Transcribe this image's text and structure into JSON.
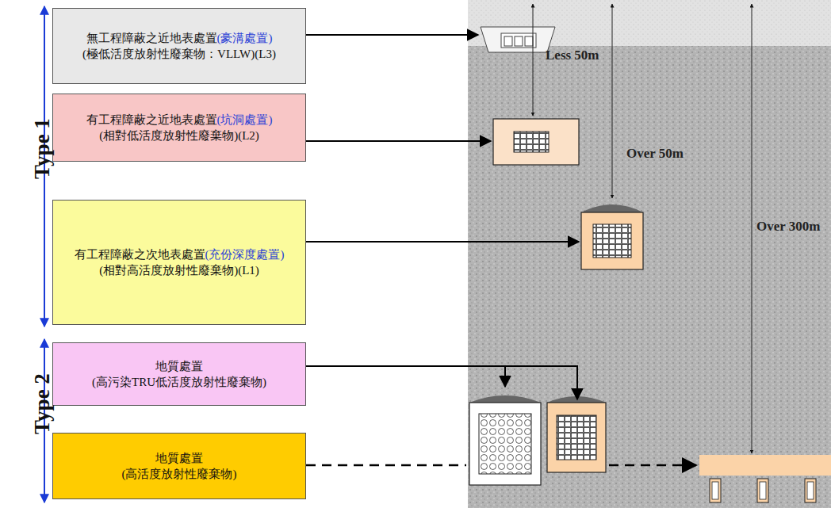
{
  "diagram": {
    "nodes": [
      {
        "text": [
          "無工程障蔽之近地表處置",
          "(豪溝處置)",
          "(極低活度放射性廢棄物：VLLW)(L3)"
        ]
      },
      {
        "text": [
          "有工程障蔽之近地表處置",
          "(坑洞處置)",
          "(相對低活度放射性廢棄物)(L2)"
        ]
      },
      {
        "text": [
          "有工程障蔽之次地表處置",
          "(充份深度處置)",
          "(相對高活度放射性廢棄物)(L1)"
        ]
      },
      {
        "text": [
          "地質處置",
          "(高污染TRU低活度放射性廢棄物)"
        ]
      },
      {
        "text": [
          "地質處置",
          "(高活度放射性廢棄物)"
        ]
      }
    ],
    "labels": [
      "Type 1",
      "Type 2",
      "Less 50m",
      "Over 50m",
      "Over 300m"
    ]
  }
}
